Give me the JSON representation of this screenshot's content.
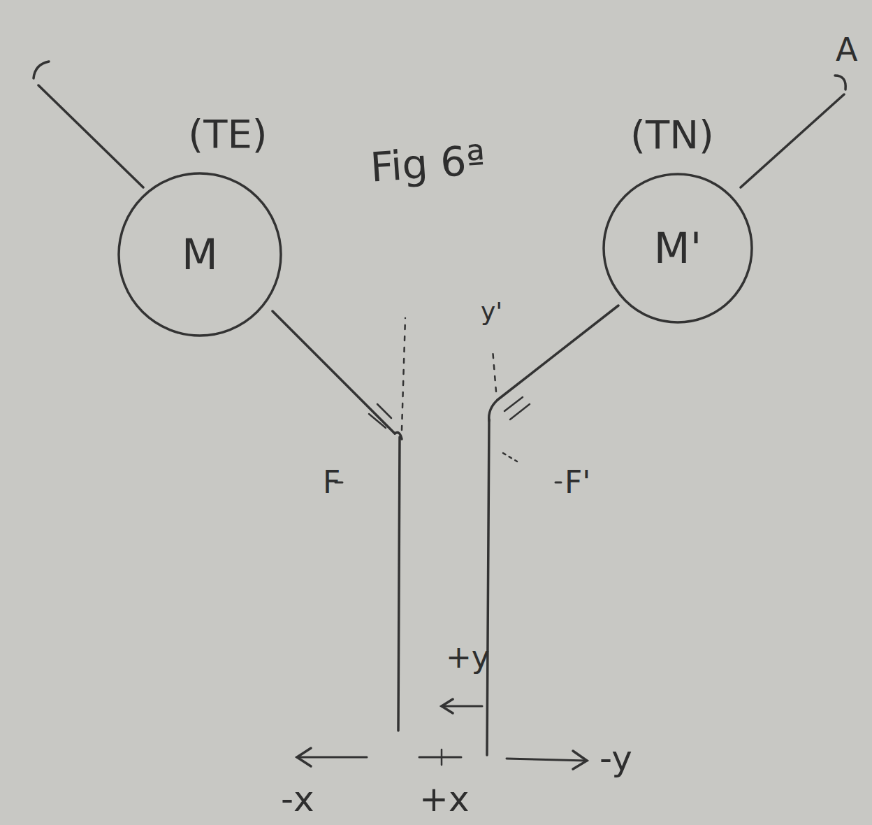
{
  "diagram": {
    "title": "Fig 6ª",
    "nodes": [
      {
        "text": [
          "(TE)",
          "M"
        ]
      },
      {
        "text": [
          "(TN)",
          "M'"
        ]
      }
    ],
    "labels": [
      "A",
      "F",
      "F'",
      "y'",
      "+y",
      "-x",
      "+x",
      "-y"
    ]
  }
}
